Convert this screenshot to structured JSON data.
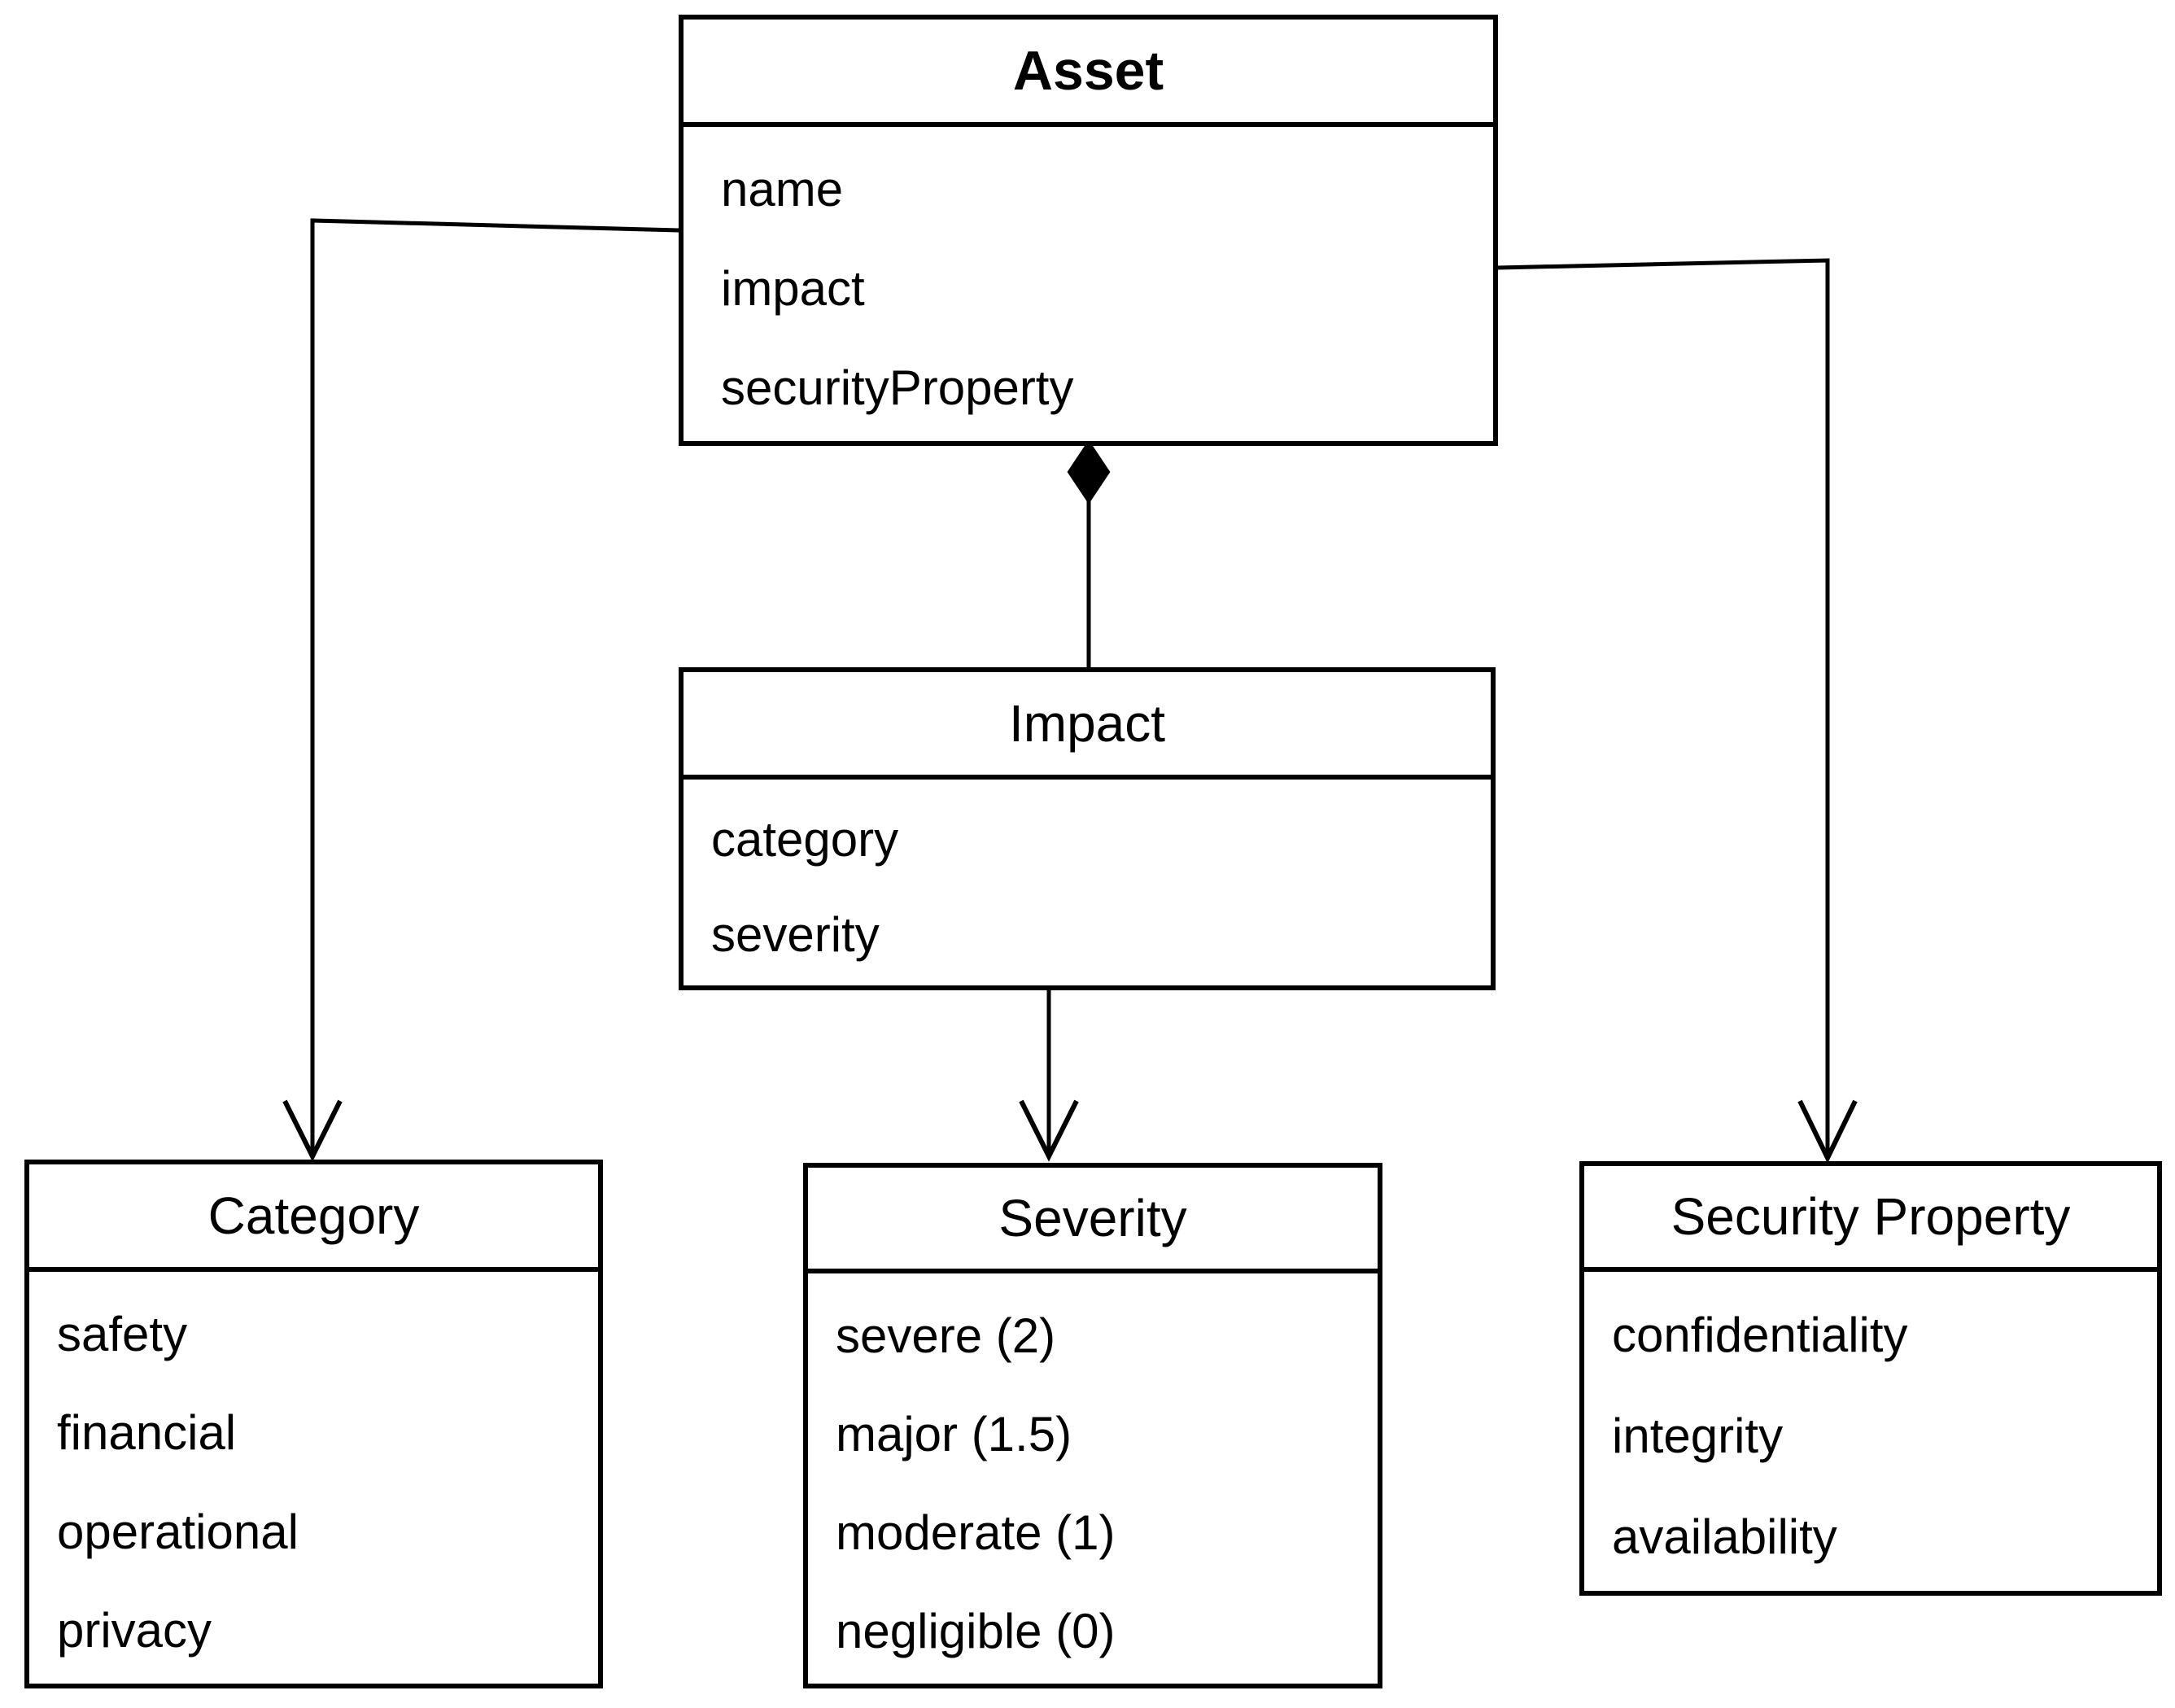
{
  "diagram": {
    "background_color": "#ffffff",
    "line_color": "#000000",
    "classes": {
      "asset": {
        "title": "Asset",
        "attributes": [
          "name",
          "impact",
          "securityProperty"
        ]
      },
      "impact": {
        "title": "Impact",
        "attributes": [
          "category",
          "severity"
        ]
      },
      "category": {
        "title": "Category",
        "attributes": [
          "safety",
          "financial",
          "operational",
          "privacy"
        ]
      },
      "severity": {
        "title": "Severity",
        "attributes": [
          "severe (2)",
          "major (1.5)",
          "moderate (1)",
          "negligible (0)"
        ]
      },
      "security_property": {
        "title": "Security Property",
        "attributes": [
          "confidentiality",
          "integrity",
          "availability"
        ]
      }
    },
    "relationships": [
      {
        "from": "Asset",
        "to": "Category",
        "type": "directed association",
        "marker": "open arrowhead at Category"
      },
      {
        "from": "Asset",
        "to": "Impact",
        "type": "composition",
        "marker": "filled diamond at Asset"
      },
      {
        "from": "Impact",
        "to": "Severity",
        "type": "directed association",
        "marker": "open arrowhead at Severity"
      },
      {
        "from": "Asset",
        "to": "Security Property",
        "type": "directed association",
        "marker": "open arrowhead at Security Property"
      }
    ]
  }
}
